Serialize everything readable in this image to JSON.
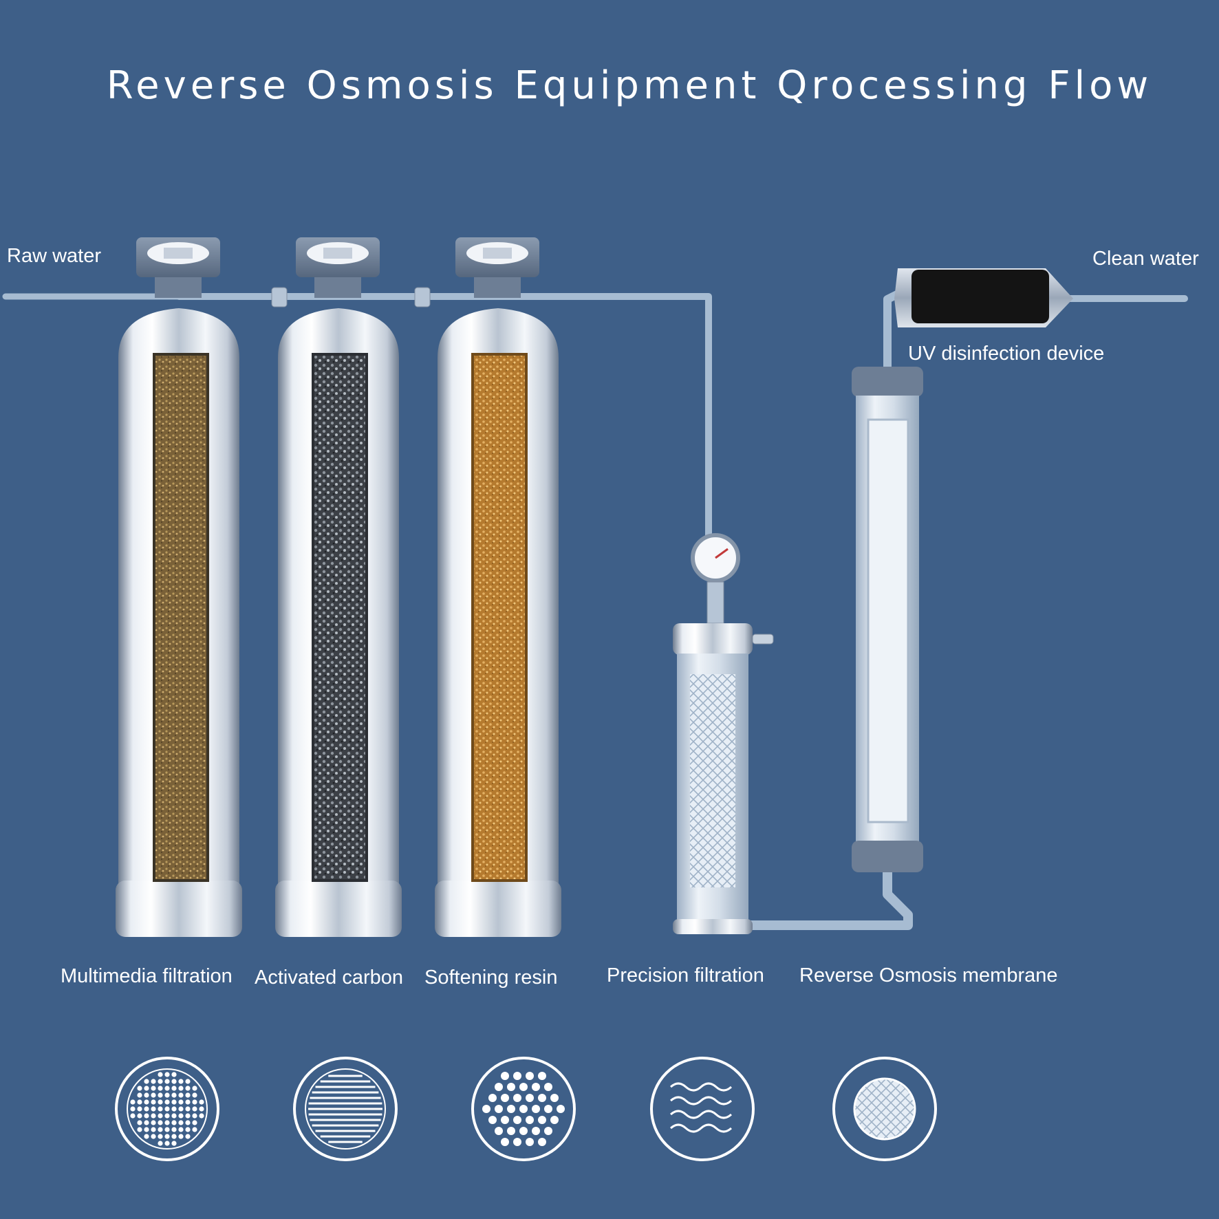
{
  "title": "Reverse Osmosis Equipment Qrocessing Flow",
  "flow": {
    "inlet_label": "Raw water",
    "outlet_label": "Clean water",
    "uv_label": "UV disinfection device"
  },
  "stages": [
    {
      "label": "Multimedia filtration",
      "icon": "dot-grid-icon",
      "media_color": "#8a7040"
    },
    {
      "label": "Activated carbon",
      "icon": "striped-mesh-icon",
      "media_color": "#4e5258"
    },
    {
      "label": "Softening resin",
      "icon": "porous-dots-icon",
      "media_color": "#c48a3a"
    },
    {
      "label": "Precision filtration",
      "icon": "wave-lines-icon",
      "media_color": "#dde6f0"
    },
    {
      "label": "Reverse Osmosis membrane",
      "icon": "fine-mesh-icon",
      "media_color": "#dce8f4"
    }
  ],
  "colors": {
    "background": "#3e5f88",
    "pipe": "#a7bcd2",
    "steel_light": "#f2f5f9",
    "steel_dark": "#7f8da0"
  }
}
